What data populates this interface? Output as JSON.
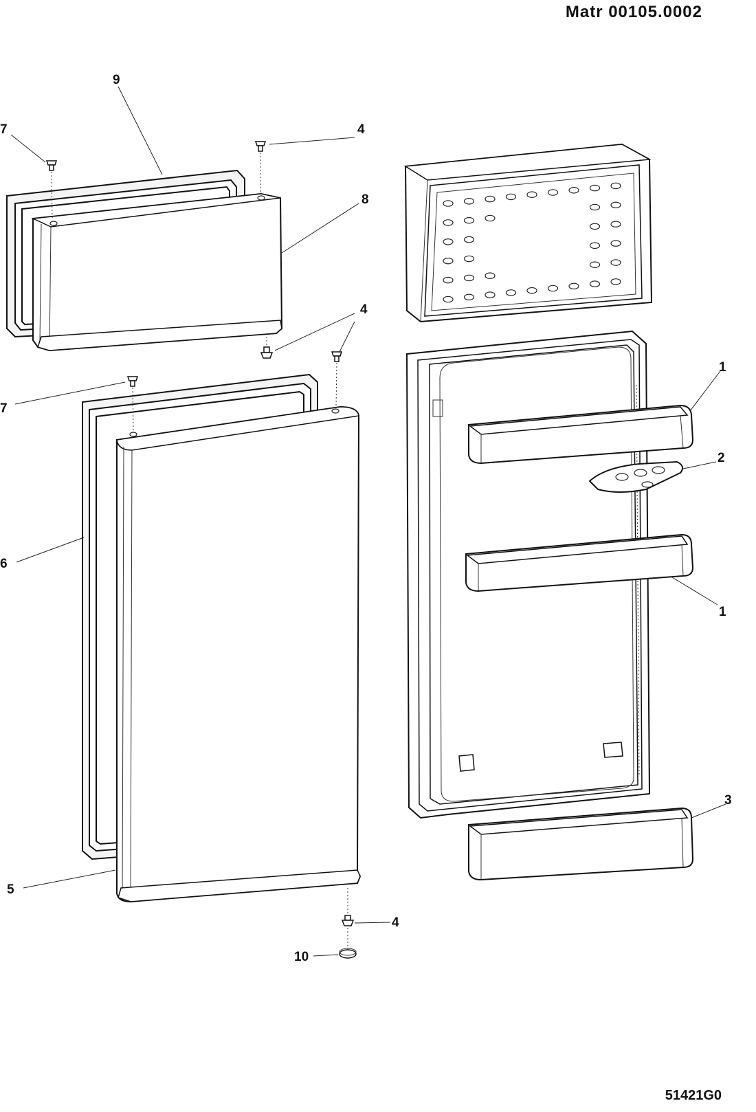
{
  "header": {
    "matr": "Matr  00105.0002"
  },
  "footer": {
    "drawing_code": "51421G0"
  },
  "callouts": {
    "c1a": "1",
    "c1b": "1",
    "c2": "2",
    "c3": "3",
    "c4a": "4",
    "c4b": "4",
    "c4c": "4",
    "c4d": "4",
    "c5": "5",
    "c6": "6",
    "c7a": "7",
    "c7b": "7",
    "c8": "8",
    "c9": "9",
    "c10": "10"
  }
}
